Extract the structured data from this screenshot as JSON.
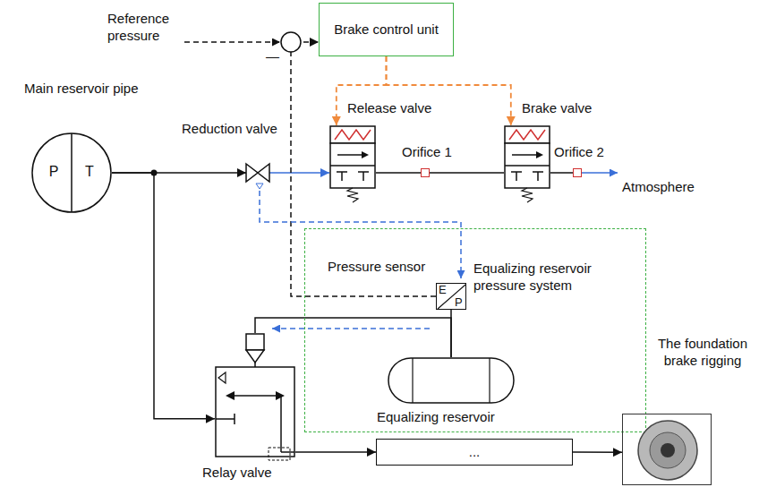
{
  "diagram": {
    "nodes": [
      {
        "text": [
          "Brake control unit"
        ]
      },
      {
        "text": [
          "Main reservoir pipe",
          "P",
          "T"
        ]
      },
      {
        "text": [
          "Reduction valve"
        ]
      },
      {
        "text": [
          "Release valve"
        ]
      },
      {
        "text": [
          "Orifice 1"
        ]
      },
      {
        "text": [
          "Brake valve"
        ]
      },
      {
        "text": [
          "Orifice 2"
        ]
      },
      {
        "text": [
          "Equalizing reservoir pressure system"
        ]
      },
      {
        "text": [
          "Pressure sensor",
          "E",
          "P"
        ],
        "in": 7
      },
      {
        "text": [
          "Equalizing reservoir"
        ],
        "in": 7
      },
      {
        "text": [
          "Relay valve"
        ]
      },
      {
        "text": [
          "..."
        ]
      },
      {
        "text": [
          "The foundation brake rigging"
        ]
      }
    ],
    "edges": [
      {
        "from": 1,
        "to": 2,
        "arrow": "to"
      },
      {
        "from": 2,
        "to": 3,
        "arrow": "to"
      },
      {
        "from": 3,
        "to": 4,
        "arrow": "none"
      },
      {
        "from": 4,
        "to": 5,
        "arrow": "none"
      },
      {
        "from": 5,
        "to": 6,
        "arrow": "none"
      },
      {
        "from": 0,
        "to": 3,
        "arrow": "to"
      },
      {
        "from": 0,
        "to": 5,
        "arrow": "to"
      },
      {
        "from": 8,
        "to": 0,
        "arrow": "to"
      },
      {
        "from": 8,
        "to": 9,
        "arrow": "none"
      },
      {
        "from": 9,
        "to": 10,
        "arrow": "none"
      },
      {
        "from": 1,
        "to": 10,
        "arrow": "to"
      },
      {
        "from": 10,
        "to": 11,
        "arrow": "to"
      },
      {
        "from": 11,
        "to": 12,
        "arrow": "to"
      }
    ],
    "labels": [
      "Reference pressure",
      "—",
      "Atmosphere"
    ]
  }
}
